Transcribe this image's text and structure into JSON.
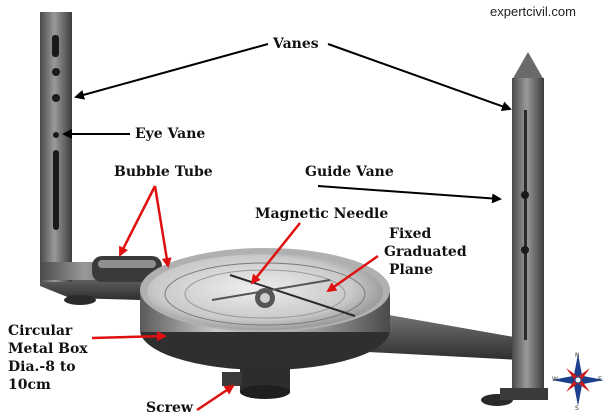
{
  "watermark": "expertcivil.com",
  "labels": {
    "vanes": "Vanes",
    "eye_vane": "Eye Vane",
    "bubble_tube": "Bubble Tube",
    "guide_vane": "Guide Vane",
    "magnetic_needle": "Magnetic Needle",
    "fixed_graduated_plane_1": "Fixed",
    "fixed_graduated_plane_2": "Graduated",
    "fixed_graduated_plane_3": "Plane",
    "circular_box_1": "Circular",
    "circular_box_2": "Metal Box",
    "circular_box_3": "Dia.-8 to",
    "circular_box_4": "10cm",
    "screw": "Screw"
  },
  "compass_rose": {
    "n": "N",
    "s": "S",
    "e": "E",
    "w": "W"
  },
  "colors": {
    "arrow_black": "#000000",
    "arrow_red": "#e01010",
    "metal_dark": "#3a3a3a",
    "metal_mid": "#8a8a8a",
    "metal_light": "#d6d6d6",
    "rose_blue": "#1b3f8a",
    "rose_red": "#c81e1e"
  }
}
